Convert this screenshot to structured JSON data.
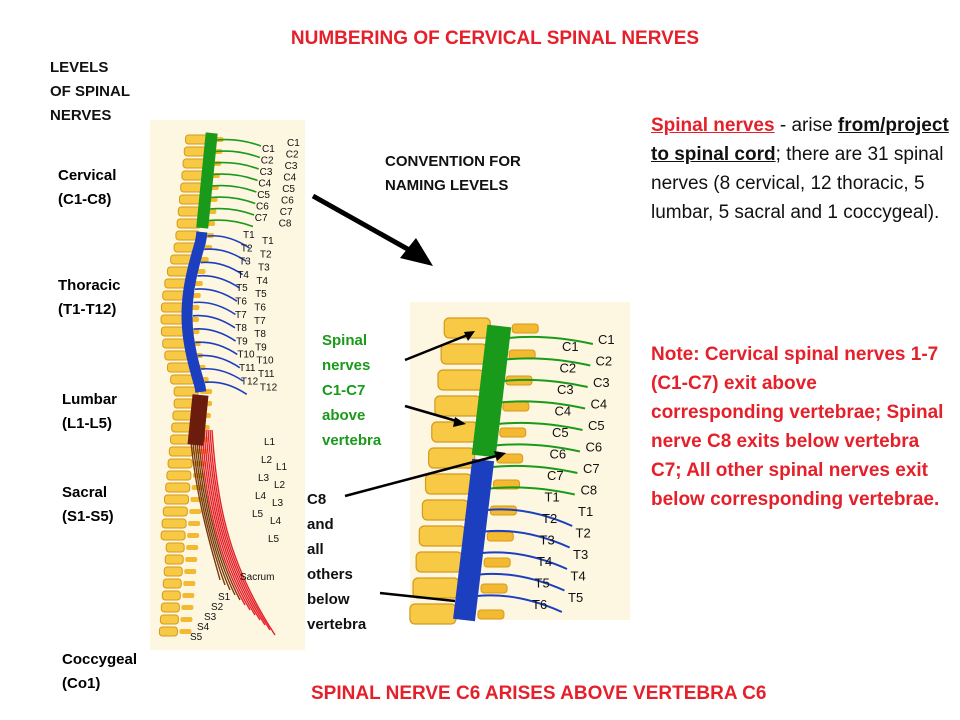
{
  "title": "NUMBERING OF CERVICAL SPINAL NERVES",
  "levels_heading": [
    "LEVELS",
    "OF SPINAL",
    "NERVES"
  ],
  "regions": [
    {
      "name": "Cervical",
      "range": "(C1-C8)",
      "color": "#1a9a1a"
    },
    {
      "name": "Thoracic",
      "range": "(T1-T12)",
      "color": "#1c3fbf"
    },
    {
      "name": "Lumbar",
      "range": "(L1-L5)",
      "color": "#7a3a0c"
    },
    {
      "name": "Sacral",
      "range": "(S1-S5)",
      "color": "#e5202a"
    },
    {
      "name": "Coccygeal",
      "range": "(Co1)",
      "color": "#111111"
    }
  ],
  "convention_heading": [
    "CONVENTION FOR",
    "NAMING LEVELS"
  ],
  "description": {
    "link1": "Spinal nerves",
    "text1": " - arise ",
    "link2": "from/project to spinal cord",
    "text2": "; there are 31 spinal nerves (8 cervical, 12 thoracic, 5 lumbar, 5 sacral and 1 coccygeal)."
  },
  "note": "Note: Cervical spinal nerves 1-7 (C1-C7) exit above corresponding vertebrae; Spinal nerve C8 exits below vertebra C7; All other spinal nerves exit below corresponding vertebrae.",
  "annotation_above": [
    "Spinal",
    "nerves",
    "C1-C7",
    "above",
    "vertebra"
  ],
  "annotation_below": [
    "C8",
    "and",
    "all",
    "others",
    "below",
    "vertebra"
  ],
  "footer": "SPINAL NERVE C6 ARISES ABOVE VERTEBRA C6",
  "spine_labels": {
    "cervical": [
      "C1",
      "C2",
      "C3",
      "C4",
      "C5",
      "C6",
      "C7",
      "C8"
    ],
    "vertebra_cervical": [
      "C1",
      "C2",
      "C3",
      "C4",
      "C5",
      "C6",
      "C7"
    ],
    "thoracic": [
      "T1",
      "T2",
      "T3",
      "T4",
      "T5",
      "T6",
      "T7",
      "T8",
      "T9",
      "T10",
      "T11",
      "T12"
    ],
    "lumbar": [
      "L1",
      "L2",
      "L3",
      "L4",
      "L5"
    ],
    "sacral": [
      "S1",
      "S2",
      "S3",
      "S4",
      "S5"
    ],
    "sacrum": "Sacrum"
  },
  "zoom_labels": {
    "nerves": [
      "C1",
      "C2",
      "C3",
      "C4",
      "C5",
      "C6",
      "C7",
      "C8",
      "T1",
      "T2",
      "T3",
      "T4",
      "T5"
    ],
    "vertebrae": [
      "C1",
      "C2",
      "C3",
      "C4",
      "C5",
      "C6",
      "C7",
      "T1",
      "T2",
      "T3",
      "T4",
      "T5",
      "T6"
    ]
  }
}
